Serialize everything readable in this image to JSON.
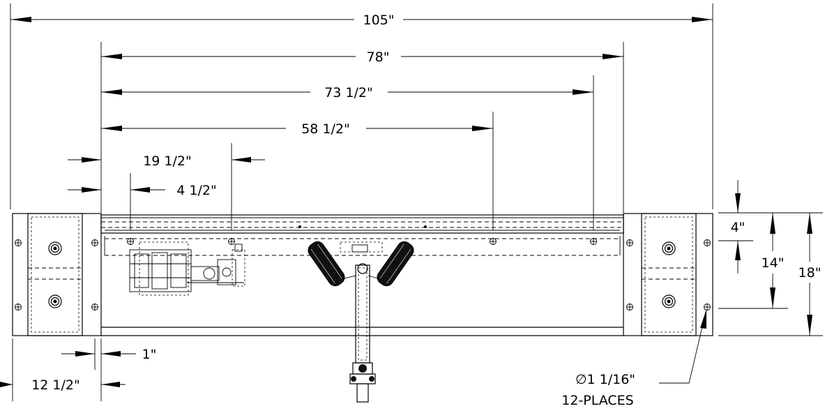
{
  "dimensions": {
    "overall_width": "105\"",
    "frame_width": "78\"",
    "rail_span": "73 1/2\"",
    "mid_hole": "58 1/2\"",
    "offset_19": "19 1/2\"",
    "offset_4": "4 1/2\"",
    "upper_inset": "4\"",
    "hole_span_vertical": "14\"",
    "overall_height": "18\"",
    "post_gap": "1\"",
    "post_width": "12 1/2\""
  },
  "callouts": {
    "hole_diameter": "∅1 1/16\"",
    "hole_count": "12-PLACES"
  }
}
